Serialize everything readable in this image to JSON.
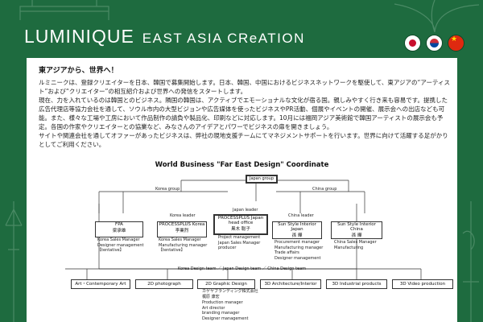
{
  "header": {
    "brand_main": "LUMINIQUE",
    "brand_sub": "EAST ASIA CReATION",
    "flags": [
      "japan-flag-icon",
      "korea-flag-icon",
      "china-flag-icon"
    ]
  },
  "colors": {
    "background": "#1e6b3f",
    "card": "#ffffff",
    "text": "#222222"
  },
  "main": {
    "title": "東アジアから、世界へ！",
    "paragraphs": [
      "ルミニークは、登録クリエイターを日本、韓国で募集開始します。日本、韓国、中国におけるビジネスネットワークを駆使して、東アジアの“アーティスト”および“クリエイター”の相互紹介および世界への発信をスタートします。",
      "現在、力を入れているのは韓国とのビジネス。隣国の韓国は、アクティブでエモーショナルな文化が宿る国。親しみやすく行き来も容易です。提携した広告代理店等協力会社を通して、ソウル市内の大型ビジョンや広告媒体を使ったビジネスやPR活動、個展やイベントの開催、展示会への出店なども可能。また、様々な工場や工房において作品制作の請負や製品化、印刷などに対応します。10月には福岡アジア美術館で韓国アーティストの展示会も予定。各国の作家やクリエイターとの協業など、みなさんのアイデアとパワーでビジネスの扉を開きましょう。",
      "サイトや関連会社を通してオファーがあったビジネスは、弊社の現地支援チームにてマネジメントサポートを行います。世界に向けて活躍する足がかりとしてご利用ください。"
    ]
  },
  "org": {
    "title": "World Business \"Far East Design\" Coordinate",
    "japan_group": "Japan group",
    "korea_group": "Korea group",
    "china_group": "China group",
    "korea_leader": "Korea leader",
    "japan_leader": "Japan leader",
    "china_leader": "China leader",
    "fpa": {
      "name": "FPA",
      "person": "梁承雄",
      "roles": [
        "Korea Sales Manager",
        "Designer management",
        "【tentative】"
      ]
    },
    "pp_korea": {
      "name": "PROCESSPLUS Korea",
      "person": "李業烈",
      "roles": [
        "Korea Sales Manager",
        "Manufacturing manager",
        "【tentative】"
      ]
    },
    "pp_japan": {
      "name": "PROCESSPLUS Japan head office",
      "person": "黒木 聡子",
      "roles": [
        "Project management",
        "Japan Sales Manager",
        "producer"
      ]
    },
    "ss_japan": {
      "name": "Sun Style Interior Japan",
      "person": "孫 曄",
      "roles": [
        "Procurement manager",
        "Manufacturing manager",
        "Trade affairs",
        "Designer management"
      ]
    },
    "ss_china": {
      "name": "Sun Style Interior China",
      "person": "孫 曄",
      "roles": [
        "China Sales Manager",
        "Manufacturing"
      ]
    },
    "design_team": "Korea Design team ／ Japan Design team ／ China Design team",
    "categories": [
      "Art・Contemporary Art",
      "2D photograph",
      "2D Graphic Design",
      "3D Architecture/Interior",
      "3D Industrial products",
      "3D Video production"
    ],
    "graphic_company": "カゲヤブランディング株式会社",
    "graphic_person": "梶原 康宏",
    "graphic_roles": [
      "Production manager",
      "Art director",
      "branding manager",
      "Designer management"
    ]
  }
}
